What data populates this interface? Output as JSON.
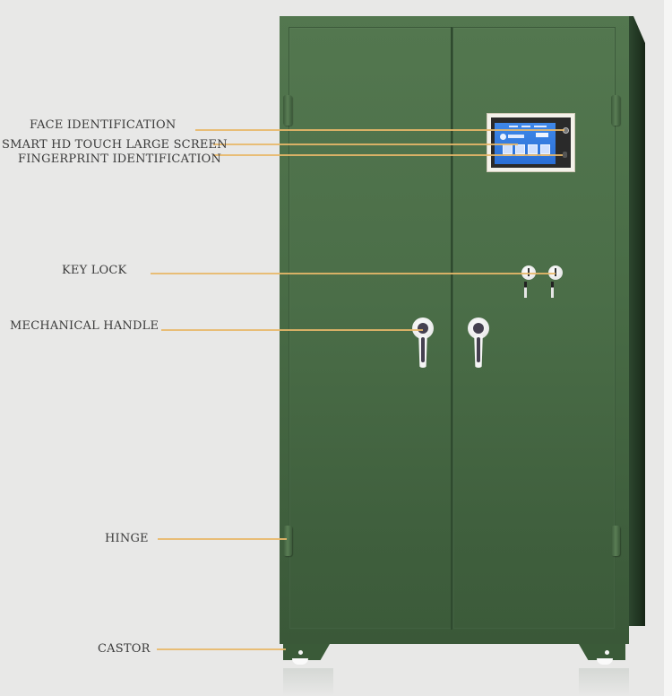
{
  "diagram": {
    "subject": "Smart gun safe cabinet",
    "colors": {
      "background": "#e8e8e7",
      "cabinet_green": "#4f724c",
      "leader_line": "#e8b869",
      "label_text": "#3a3a3a"
    },
    "callouts": [
      {
        "id": "face",
        "label": "FACE IDENTIFICATION",
        "target": "camera on touch screen"
      },
      {
        "id": "screen",
        "label": "SMART HD TOUCH LARGE SCREEN",
        "target": "touch screen display"
      },
      {
        "id": "fingerprint",
        "label": "FINGERPRINT IDENTIFICATION",
        "target": "fingerprint sensor"
      },
      {
        "id": "keylock",
        "label": "KEY LOCK",
        "target": "key locks"
      },
      {
        "id": "handle",
        "label": "MECHANICAL HANDLE",
        "target": "door handle"
      },
      {
        "id": "hinge",
        "label": "HINGE",
        "target": "door hinge"
      },
      {
        "id": "castor",
        "label": "CASTOR",
        "target": "castor wheel"
      }
    ]
  }
}
